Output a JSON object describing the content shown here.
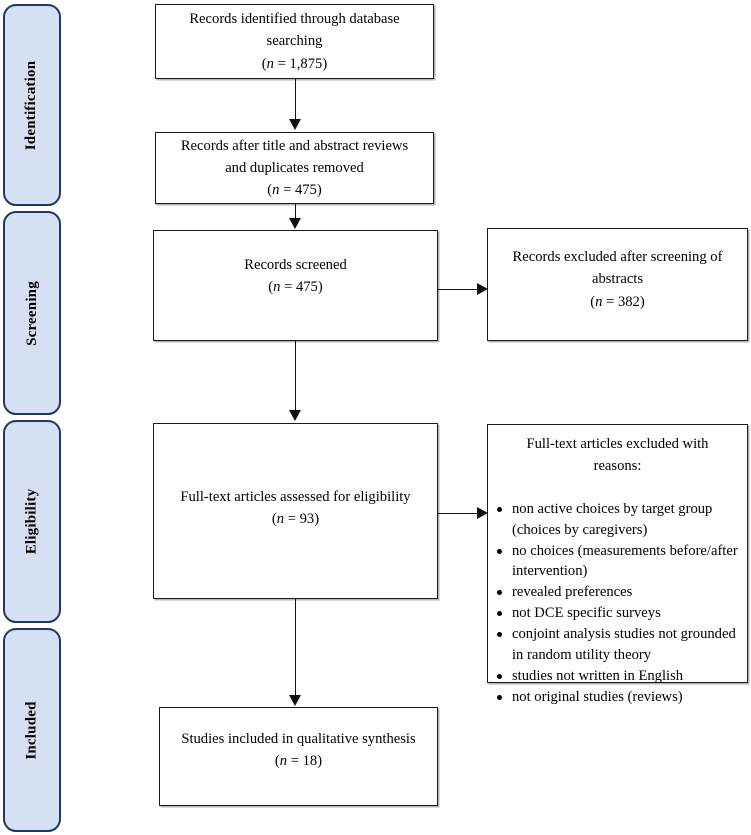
{
  "diagram": {
    "title": "PRISMA study selection flow diagram",
    "accent_color": "#d5e0f2",
    "accent_border_color": "#1f3864",
    "line_color": "#111111",
    "box_border_color": "#1a1a1a"
  },
  "stages": [
    {
      "label": "Identification"
    },
    {
      "label": "Screening"
    },
    {
      "label": "Eligibility"
    },
    {
      "label": "Included"
    }
  ],
  "boxes": {
    "identified": {
      "line1": "Records identified through database",
      "line2": "searching",
      "n_prefix": "(",
      "n_symbol": "n",
      "n_value": " = 1,875)"
    },
    "after_dedup": {
      "line1": "Records after title and abstract reviews",
      "line2": "and duplicates removed",
      "n_prefix": "(",
      "n_symbol": "n",
      "n_value": " = 475)"
    },
    "screened": {
      "line1": "Records screened",
      "n_prefix": "(",
      "n_symbol": "n",
      "n_value": " = 475)"
    },
    "excluded_abstracts": {
      "line1": "Records excluded after screening of",
      "line2": "abstracts",
      "n_prefix": "(",
      "n_symbol": "n",
      "n_value": " = 382)"
    },
    "eligibility": {
      "line1": "Full-text articles assessed for eligibility",
      "n_prefix": "(",
      "n_symbol": "n",
      "n_value": " = 93)"
    },
    "excluded_fulltext": {
      "head_line1": "Full-text articles excluded with",
      "head_line2": "reasons:",
      "reasons": [
        "non active choices by target group (choices by caregivers)",
        "no choices (measurements before/after intervention)",
        "revealed preferences",
        "not DCE specific surveys",
        "conjoint analysis studies not grounded in random utility theory",
        "studies not written in English",
        "not original studies (reviews)"
      ]
    },
    "included": {
      "line1": "Studies included in qualitative synthesis",
      "n_prefix": "(",
      "n_symbol": "n",
      "n_value": " = 18)"
    }
  }
}
